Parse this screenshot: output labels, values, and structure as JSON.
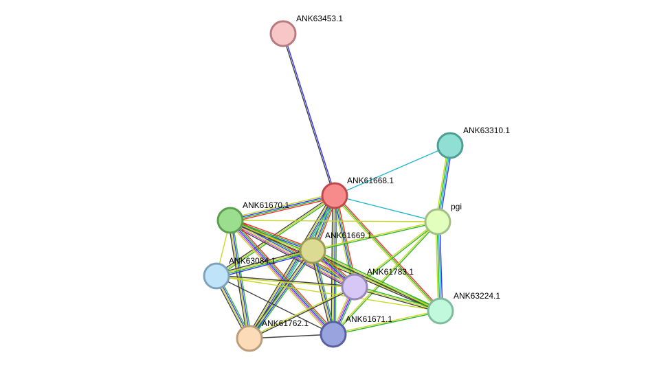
{
  "network": {
    "nodes": [
      {
        "id": "n_ANK63453",
        "label": "ANK63453.1",
        "fill": "#f7c6c7",
        "stroke": "#b77b7f"
      },
      {
        "id": "n_ANK63310",
        "label": "ANK63310.1",
        "fill": "#8fdfd4",
        "stroke": "#4f9e94"
      },
      {
        "id": "n_ANK61668",
        "label": "ANK61668.1",
        "fill": "#f78b8b",
        "stroke": "#c0474c"
      },
      {
        "id": "n_pgi",
        "label": "pgi",
        "fill": "#e3ffbe",
        "stroke": "#a3c084"
      },
      {
        "id": "n_ANK61670",
        "label": "ANK61670.1",
        "fill": "#9bde8e",
        "stroke": "#5a9e4e"
      },
      {
        "id": "n_ANK61669",
        "label": "ANK61669.1",
        "fill": "#dcdb94",
        "stroke": "#9c9b55"
      },
      {
        "id": "n_ANK63084",
        "label": "ANK63084.1",
        "fill": "#bfe3f8",
        "stroke": "#7ea3bc"
      },
      {
        "id": "n_ANK61783",
        "label": "ANK61783.1",
        "fill": "#d7c7f7",
        "stroke": "#9787b7"
      },
      {
        "id": "n_ANK63224",
        "label": "ANK63224.1",
        "fill": "#c1f9dd",
        "stroke": "#81bb9e"
      },
      {
        "id": "n_ANK61762",
        "label": "ANK61762.1",
        "fill": "#fcdcb8",
        "stroke": "#bc9c7a"
      },
      {
        "id": "n_ANK61671",
        "label": "ANK61671.1",
        "fill": "#98a4de",
        "stroke": "#5860a0"
      }
    ],
    "edges": [
      {
        "source": "n_ANK63453",
        "target": "n_ANK61668",
        "colors": [
          "#3535ff",
          "#404040"
        ]
      },
      {
        "source": "n_ANK63310",
        "target": "n_ANK61668",
        "colors": [
          "#23b8cf"
        ]
      },
      {
        "source": "n_ANK63310",
        "target": "n_pgi",
        "colors": [
          "#3535ff",
          "#23b8cf",
          "#2fb52f",
          "#c8d820"
        ]
      },
      {
        "source": "n_ANK61668",
        "target": "n_pgi",
        "colors": [
          "#23b8cf"
        ]
      },
      {
        "source": "n_ANK61668",
        "target": "n_ANK61670",
        "colors": [
          "#ff2b2b",
          "#2fb52f",
          "#3535ff",
          "#c8d820"
        ]
      },
      {
        "source": "n_ANK61668",
        "target": "n_ANK61669",
        "colors": [
          "#ff2b2b",
          "#2fb52f",
          "#3535ff",
          "#c8d820",
          "#404040"
        ]
      },
      {
        "source": "n_ANK61668",
        "target": "n_ANK63084",
        "colors": [
          "#2fb52f",
          "#c8d820",
          "#404040"
        ]
      },
      {
        "source": "n_ANK61668",
        "target": "n_ANK61783",
        "colors": [
          "#ff2b2b",
          "#2fb52f",
          "#3535ff",
          "#c8d820"
        ]
      },
      {
        "source": "n_ANK61668",
        "target": "n_ANK63224",
        "colors": [
          "#ff2b2b",
          "#2fb52f",
          "#c8d820"
        ]
      },
      {
        "source": "n_ANK61668",
        "target": "n_ANK61762",
        "colors": [
          "#23b8cf",
          "#2fb52f",
          "#3535ff",
          "#c8d820",
          "#404040"
        ]
      },
      {
        "source": "n_ANK61668",
        "target": "n_ANK61671",
        "colors": [
          "#2fb52f",
          "#3535ff",
          "#c8d820",
          "#404040"
        ]
      },
      {
        "source": "n_pgi",
        "target": "n_ANK61669",
        "colors": [
          "#2fb52f",
          "#c8d820"
        ]
      },
      {
        "source": "n_pgi",
        "target": "n_ANK61670",
        "colors": [
          "#c8d820"
        ]
      },
      {
        "source": "n_pgi",
        "target": "n_ANK63224",
        "colors": [
          "#3535ff",
          "#23b8cf",
          "#2fb52f",
          "#c8d820"
        ]
      },
      {
        "source": "n_pgi",
        "target": "n_ANK61783",
        "colors": [
          "#2fb52f",
          "#c8d820"
        ]
      },
      {
        "source": "n_pgi",
        "target": "n_ANK61671",
        "colors": [
          "#2fb52f",
          "#c8d820"
        ]
      },
      {
        "source": "n_ANK61670",
        "target": "n_ANK61669",
        "colors": [
          "#ff2b2b",
          "#2fb52f",
          "#3535ff",
          "#c8d820"
        ]
      },
      {
        "source": "n_ANK61670",
        "target": "n_ANK61783",
        "colors": [
          "#ff2b2b",
          "#2fb52f",
          "#3535ff",
          "#c8d820",
          "#d14fd1",
          "#404040"
        ]
      },
      {
        "source": "n_ANK61670",
        "target": "n_ANK61671",
        "colors": [
          "#ff2b2b",
          "#2fb52f",
          "#3535ff",
          "#d14fd1",
          "#c8d820"
        ]
      },
      {
        "source": "n_ANK61670",
        "target": "n_ANK61762",
        "colors": [
          "#2fb52f",
          "#3535ff",
          "#c8d820",
          "#404040"
        ]
      },
      {
        "source": "n_ANK61670",
        "target": "n_ANK63224",
        "colors": [
          "#2fb52f",
          "#c8d820",
          "#404040"
        ]
      },
      {
        "source": "n_ANK61670",
        "target": "n_ANK63084",
        "colors": [
          "#c8d820"
        ]
      },
      {
        "source": "n_ANK61669",
        "target": "n_ANK63084",
        "colors": [
          "#3535ff",
          "#2fb52f",
          "#c8d820",
          "#404040"
        ]
      },
      {
        "source": "n_ANK61669",
        "target": "n_ANK61783",
        "colors": [
          "#ff2b2b",
          "#2fb52f",
          "#3535ff",
          "#d14fd1",
          "#c8d820"
        ]
      },
      {
        "source": "n_ANK61669",
        "target": "n_ANK61762",
        "colors": [
          "#2fb52f",
          "#3535ff",
          "#c8d820",
          "#404040"
        ]
      },
      {
        "source": "n_ANK61669",
        "target": "n_ANK61671",
        "colors": [
          "#2fb52f",
          "#3535ff",
          "#c8d820",
          "#404040"
        ]
      },
      {
        "source": "n_ANK61669",
        "target": "n_ANK63224",
        "colors": [
          "#2fb52f",
          "#c8d820",
          "#404040"
        ]
      },
      {
        "source": "n_ANK63084",
        "target": "n_ANK61783",
        "colors": [
          "#404040",
          "#c8d820"
        ]
      },
      {
        "source": "n_ANK63084",
        "target": "n_ANK61762",
        "colors": [
          "#2fb52f",
          "#3535ff",
          "#c8d820",
          "#404040"
        ]
      },
      {
        "source": "n_ANK63084",
        "target": "n_ANK61671",
        "colors": [
          "#404040"
        ]
      },
      {
        "source": "n_ANK63084",
        "target": "n_ANK63224",
        "colors": [
          "#c8d820"
        ]
      },
      {
        "source": "n_ANK61783",
        "target": "n_ANK63224",
        "colors": [
          "#2fb52f",
          "#c8d820",
          "#404040"
        ]
      },
      {
        "source": "n_ANK61783",
        "target": "n_ANK61671",
        "colors": [
          "#2fb52f",
          "#3535ff",
          "#d14fd1",
          "#c8d820"
        ]
      },
      {
        "source": "n_ANK61783",
        "target": "n_ANK61762",
        "colors": [
          "#404040",
          "#c8d820"
        ]
      },
      {
        "source": "n_ANK63224",
        "target": "n_ANK61671",
        "colors": [
          "#2fb52f",
          "#c8d820"
        ]
      },
      {
        "source": "n_ANK61762",
        "target": "n_ANK61671",
        "colors": [
          "#404040"
        ]
      }
    ]
  }
}
